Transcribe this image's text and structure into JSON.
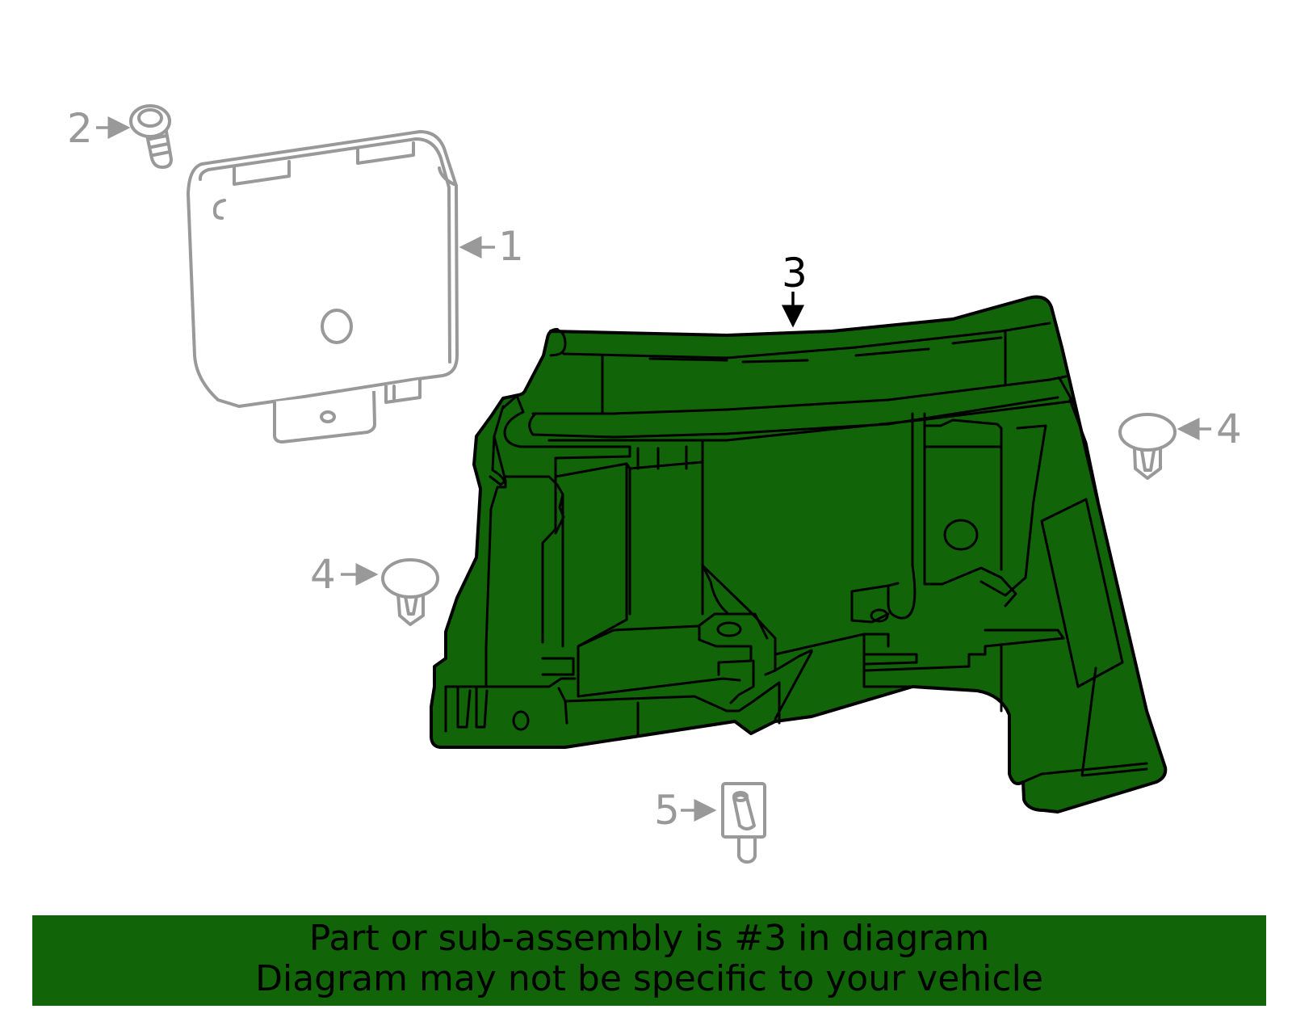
{
  "callouts": {
    "c1": "1",
    "c2": "2",
    "c3": "3",
    "c4a": "4",
    "c4b": "4",
    "c5": "5"
  },
  "banner": {
    "line1": "Part or sub-assembly is #3 in diagram",
    "line2": "Diagram may not be specific to your vehicle"
  },
  "colors": {
    "highlight": "#116408",
    "ghost_parts": "#999999",
    "outline": "#000000"
  }
}
